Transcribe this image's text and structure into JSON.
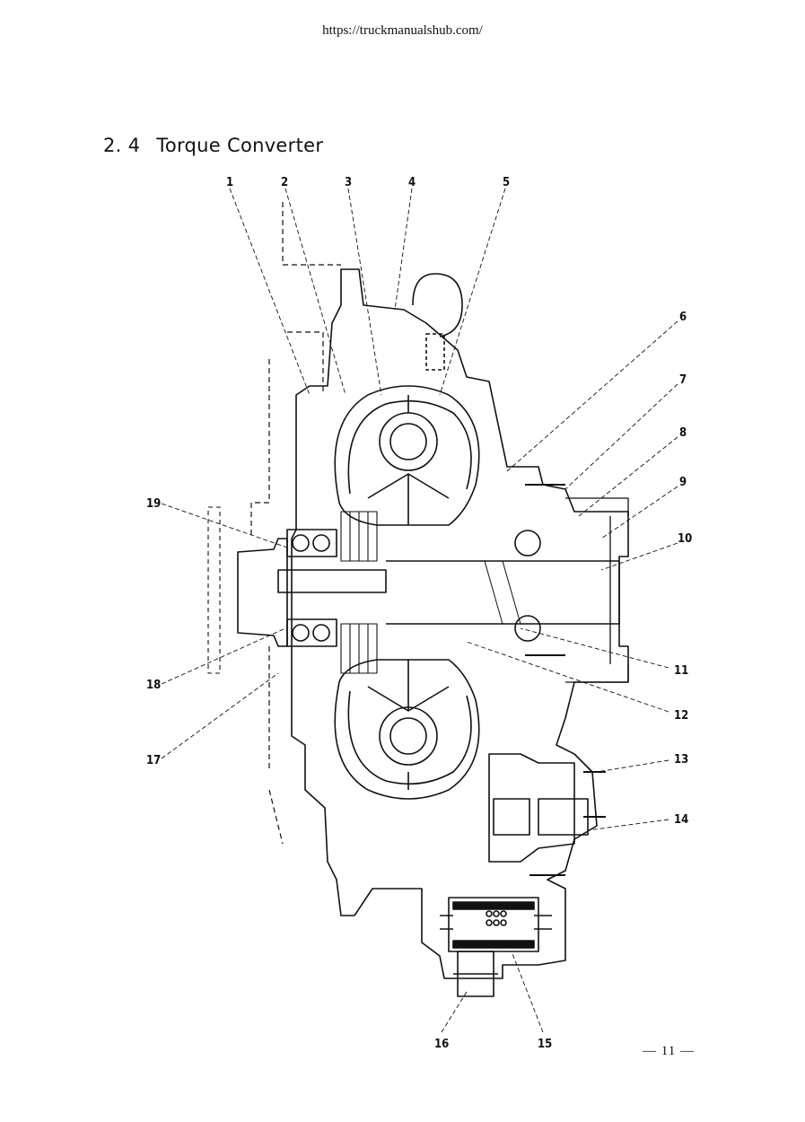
{
  "page": {
    "url": "https://truckmanualshub.com/",
    "section_number": "2. 4",
    "section_title": "Torque Converter",
    "page_number": "— 11 —"
  },
  "callouts": [
    "1",
    "2",
    "3",
    "4",
    "5",
    "6",
    "7",
    "8",
    "9",
    "10",
    "11",
    "12",
    "13",
    "14",
    "15",
    "16",
    "17",
    "18",
    "19"
  ]
}
